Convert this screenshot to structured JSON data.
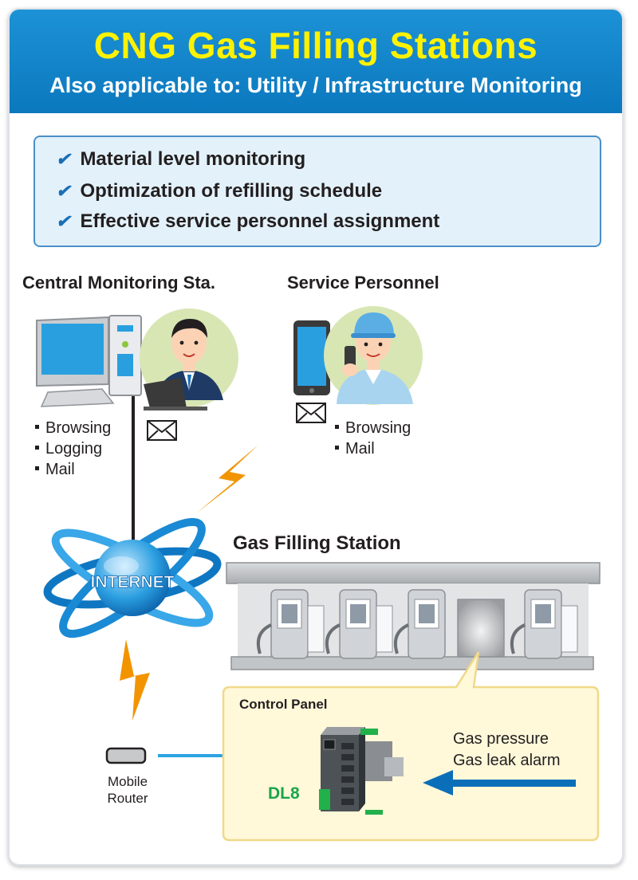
{
  "header": {
    "title": "CNG Gas Filling Stations",
    "subtitle": "Also applicable to: Utility / Infrastructure Monitoring"
  },
  "benefits": [
    "Material level monitoring",
    "Optimization of refilling schedule",
    "Effective service personnel assignment"
  ],
  "central": {
    "title": "Central Monitoring Sta.",
    "features": [
      "Browsing",
      "Logging",
      "Mail"
    ]
  },
  "service": {
    "title": "Service Personnel",
    "features": [
      "Browsing",
      "Mail"
    ]
  },
  "internet_label": "INTERNET",
  "station": {
    "title": "Gas Filling Station"
  },
  "panel": {
    "title": "Control Panel",
    "device": "DL8",
    "inputs": [
      "Gas pressure",
      "Gas leak alarm"
    ]
  },
  "router": {
    "label_line1": "Mobile",
    "label_line2": "Router"
  },
  "colors": {
    "header_blue": "#0b78be",
    "title_yellow": "#fff200",
    "bolt_orange": "#f29400",
    "arrow_blue": "#0a6fb8",
    "panel_bg": "#fff8d9",
    "device_green": "#1aa64b"
  },
  "icons": [
    "check-icon",
    "computer-icon",
    "operator-avatar",
    "smartphone-icon",
    "service-avatar",
    "mail-icon",
    "lightning-icon",
    "internet-globe-icon",
    "gas-dispenser-icon",
    "dl8-device-icon",
    "router-icon"
  ]
}
